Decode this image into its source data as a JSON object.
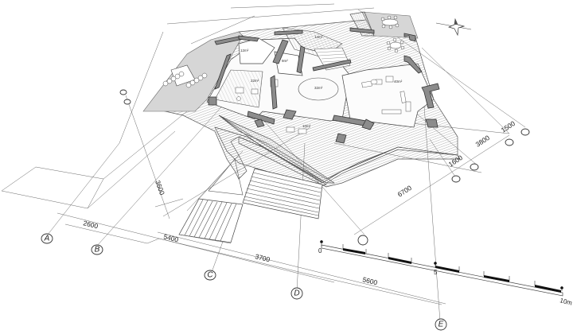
{
  "drawing": {
    "type": "architectural floor plan (perspective view)",
    "background_color": "#ffffff",
    "line_color": "#333333",
    "wall_fill_color": "#8c8c8c",
    "terrace_fill_color": "#d6d6d6"
  },
  "grid_axes": [
    {
      "label": "A"
    },
    {
      "label": "B"
    },
    {
      "label": "C"
    },
    {
      "label": "D"
    },
    {
      "label": "E"
    }
  ],
  "dimensions": {
    "a_b": "2600",
    "b_c": "5400",
    "c_d": "3700",
    "d_e": "5600",
    "vertical_left": "3600",
    "right_long": "6700",
    "right_1": "1600",
    "right_2": "3800",
    "right_3": "1500"
  },
  "rooms": [
    {
      "label": "10m²"
    },
    {
      "label": "22m²"
    },
    {
      "label": "14m²"
    },
    {
      "label": "12m²"
    },
    {
      "label": "9m²"
    },
    {
      "label": "32m²"
    },
    {
      "label": "40m²"
    }
  ],
  "scale_bar": {
    "start_label": "0",
    "mid_label": "5",
    "end_label": "10m",
    "segments": 10
  },
  "north_arrow": {
    "icon": "north-arrow-star"
  }
}
